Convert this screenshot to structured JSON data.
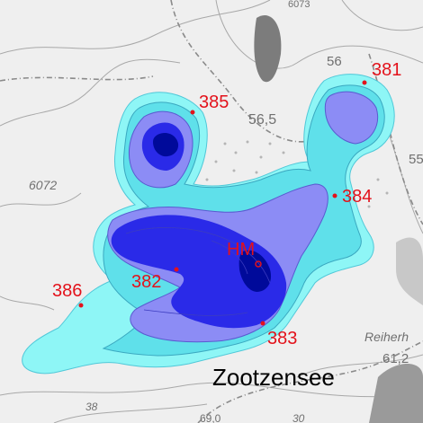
{
  "map": {
    "lake_name": "Zootzensee",
    "colors": {
      "shallow": "#8ef6f6",
      "contour_band": "#5fe0ea",
      "mid": "#8c8cf5",
      "deep": "#2a2ae8",
      "deepest": "#000a9a",
      "label_red": "#e3121b",
      "topo_gray": "#707070"
    },
    "stations": [
      {
        "id": "381",
        "label": "381"
      },
      {
        "id": "382",
        "label": "382"
      },
      {
        "id": "383",
        "label": "383"
      },
      {
        "id": "384",
        "label": "384"
      },
      {
        "id": "385",
        "label": "385"
      },
      {
        "id": "386",
        "label": "386"
      }
    ],
    "center_marker": {
      "label": "HM"
    },
    "topo_labels": {
      "l_6072": "6072",
      "l_56_5": "56,5",
      "l_56": "56",
      "l_55": "55",
      "l_reiher": "Reiherh",
      "l_61_2": "61,2",
      "l_38": "38",
      "l_30": "30",
      "l_69": "69,0",
      "l_6073": "6073"
    }
  }
}
